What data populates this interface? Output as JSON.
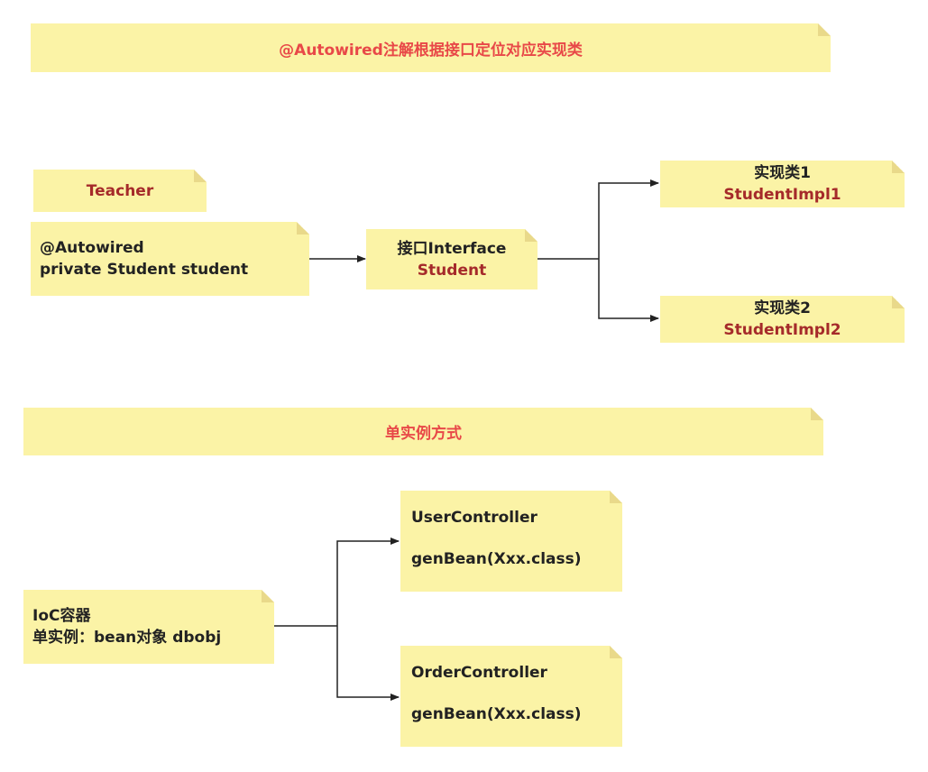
{
  "title1": "@Autowired注解根据接口定位对应实现类",
  "teacher": {
    "label": "Teacher"
  },
  "field": {
    "line1": "@Autowired",
    "line2": "private Student student"
  },
  "interface_box": {
    "line1": "接口Interface",
    "line2": "Student"
  },
  "impl1": {
    "line1": "实现类1",
    "line2": "StudentImpl1"
  },
  "impl2": {
    "line1": "实现类2",
    "line2": "StudentImpl2"
  },
  "title2": "单实例方式",
  "ioc": {
    "line1": "IoC容器",
    "line2": "单实例：bean对象 dbobj"
  },
  "user_controller": {
    "name": "UserController",
    "call": "genBean(Xxx.class)"
  },
  "order_controller": {
    "name": "OrderController",
    "call": "genBean(Xxx.class)"
  },
  "colors": {
    "note_fill": "#fbf3a6",
    "title_red": "#e84848",
    "maroon": "#a52a2a",
    "text": "#222222",
    "arrow": "#222222"
  }
}
